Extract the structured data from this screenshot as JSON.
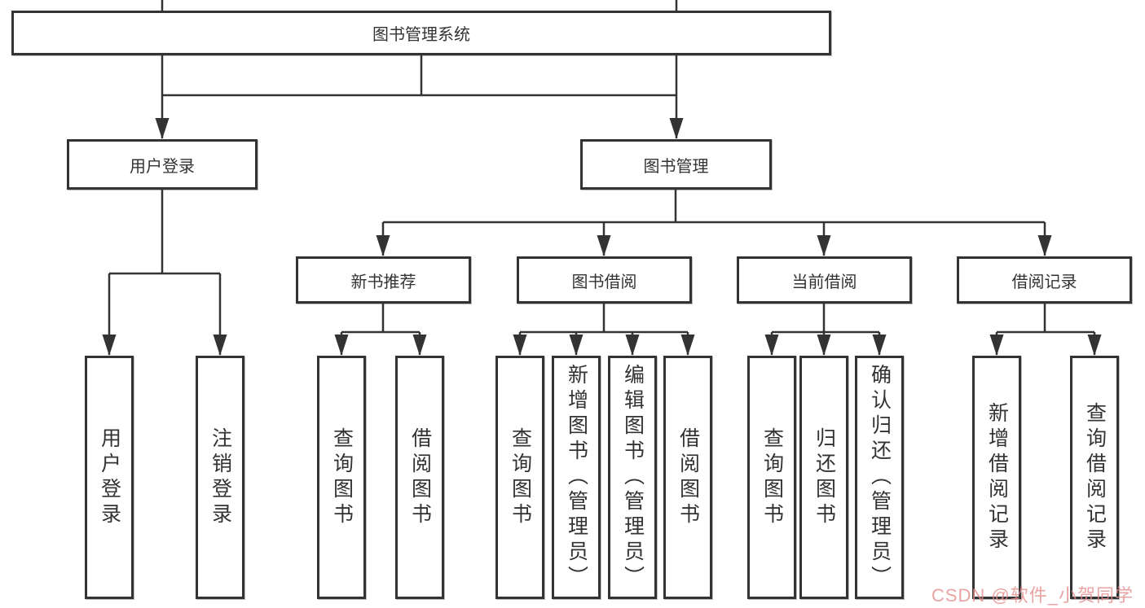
{
  "root": {
    "label": "图书管理系统"
  },
  "branches": [
    {
      "label": "用户登录"
    },
    {
      "label": "图书管理"
    }
  ],
  "modules": [
    {
      "label": "新书推荐"
    },
    {
      "label": "图书借阅"
    },
    {
      "label": "当前借阅"
    },
    {
      "label": "借阅记录"
    }
  ],
  "leaves": [
    {
      "label": "用户登录"
    },
    {
      "label": "注销登录"
    },
    {
      "label": "查询图书"
    },
    {
      "label": "借阅图书"
    },
    {
      "label": "查询图书"
    },
    {
      "label": "新增图书（管理员）"
    },
    {
      "label": "编辑图书（管理员）"
    },
    {
      "label": "借阅图书"
    },
    {
      "label": "查询图书"
    },
    {
      "label": "归还图书"
    },
    {
      "label": "确认归还（管理员）"
    },
    {
      "label": "新增借阅记录"
    },
    {
      "label": "查询借阅记录"
    }
  ],
  "watermark": {
    "text": "CSDN @软件_小贺同学",
    "color": "rgba(229,140,140,0.8)"
  },
  "colors": {
    "line": "#333333",
    "background": "#ffffff"
  }
}
